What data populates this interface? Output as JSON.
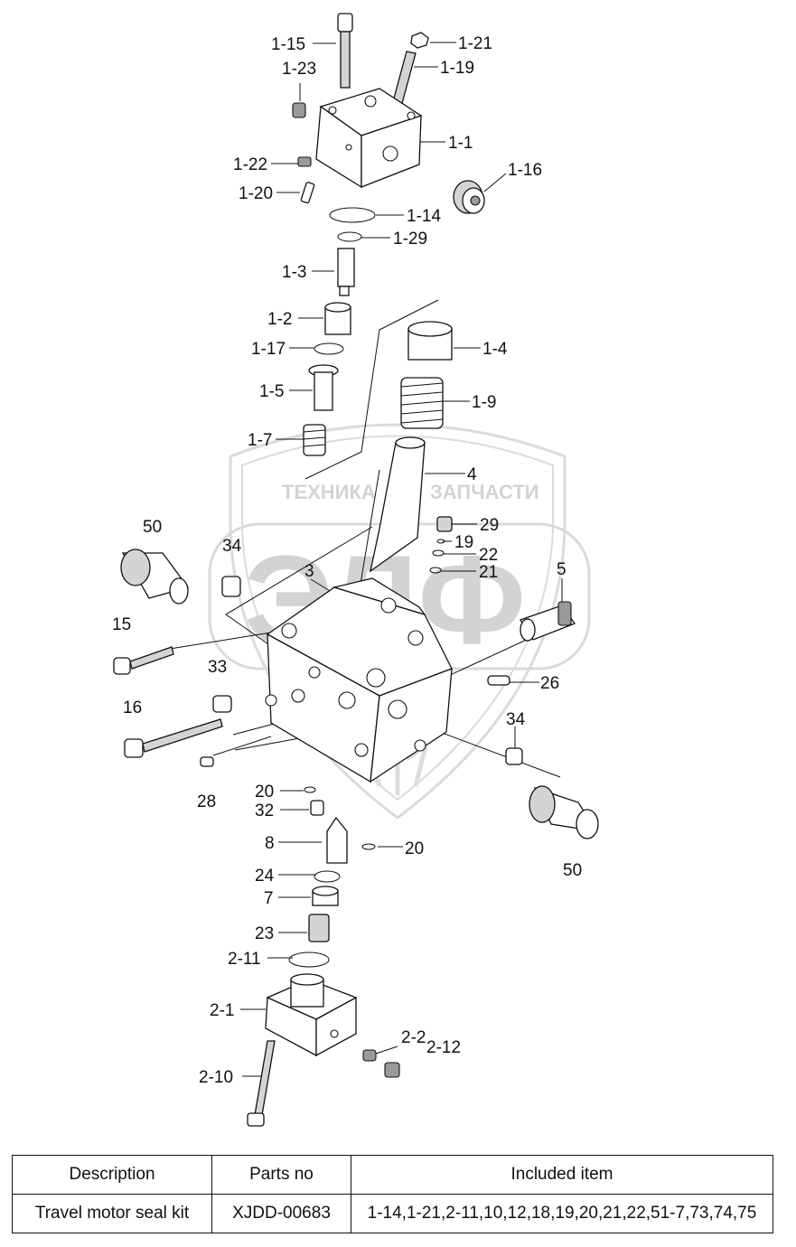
{
  "watermark": {
    "left_text": "ТЕХНИКА",
    "right_text": "ЗАПЧАСТИ",
    "logo_text": "ЭЛФ"
  },
  "labels": {
    "l1_15": "1-15",
    "l1_21": "1-21",
    "l1_23": "1-23",
    "l1_19": "1-19",
    "l1_1": "1-1",
    "l1_22": "1-22",
    "l1_16": "1-16",
    "l1_20": "1-20",
    "l1_14": "1-14",
    "l1_29": "1-29",
    "l1_3": "1-3",
    "l1_2": "1-2",
    "l1_17": "1-17",
    "l1_4": "1-4",
    "l1_5": "1-5",
    "l1_9": "1-9",
    "l1_7": "1-7",
    "l4": "4",
    "l29": "29",
    "l50a": "50",
    "l34a": "34",
    "l19": "19",
    "l22": "22",
    "l21": "21",
    "l3": "3",
    "l5": "5",
    "l15": "15",
    "l33": "33",
    "l26": "26",
    "l16": "16",
    "l34b": "34",
    "l20a": "20",
    "l28": "28",
    "l32": "32",
    "l8": "8",
    "l20b": "20",
    "l50b": "50",
    "l24": "24",
    "l7": "7",
    "l23": "23",
    "l2_11": "2-11",
    "l2_1": "2-1",
    "l2_2": "2-2",
    "l2_12": "2-12",
    "l2_10": "2-10"
  },
  "table": {
    "headers": [
      "Description",
      "Parts no",
      "Included item"
    ],
    "rows": [
      {
        "description": "Travel motor seal kit",
        "parts_no": "XJDD-00683",
        "included_item": "1-14,1-21,2-11,10,12,18,19,20,21,22,51-7,73,74,75"
      }
    ]
  }
}
